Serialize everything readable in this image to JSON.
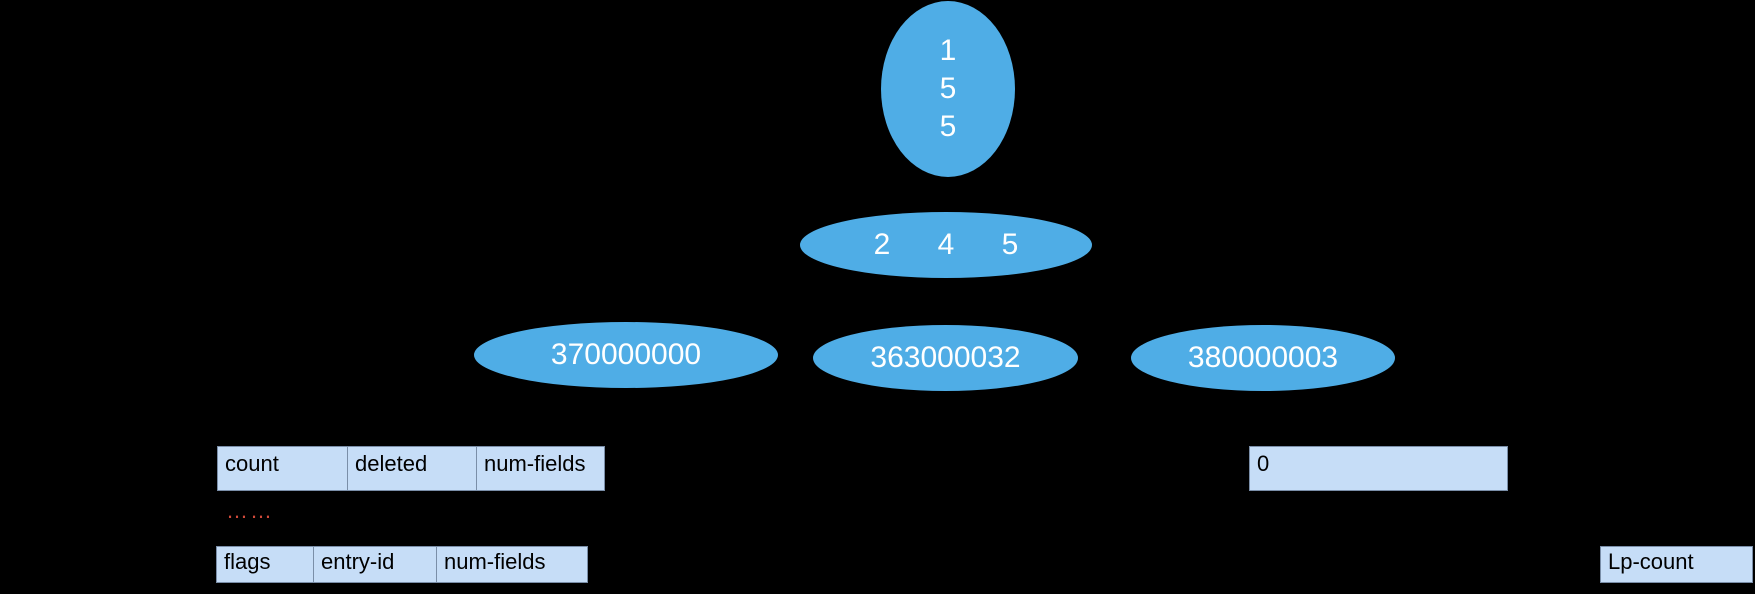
{
  "root_node": {
    "values": [
      "1",
      "5",
      "5"
    ]
  },
  "mid_node": {
    "values": [
      "2",
      "4",
      "5"
    ]
  },
  "leaf_nodes": [
    "370000000",
    "363000032",
    "380000003"
  ],
  "table_header": {
    "cells": [
      "count",
      "deleted",
      "num-fields"
    ]
  },
  "ellipsis": "……",
  "entry_row": {
    "cells": [
      "flags",
      "entry-id",
      "num-fields"
    ]
  },
  "right_field": {
    "value": "0"
  },
  "lp_count": {
    "label": "Lp-count"
  },
  "colors": {
    "background": "#000000",
    "node_fill": "#4fade6",
    "cell_fill": "#c6ddf7",
    "ellipsis": "#d04a3a"
  }
}
